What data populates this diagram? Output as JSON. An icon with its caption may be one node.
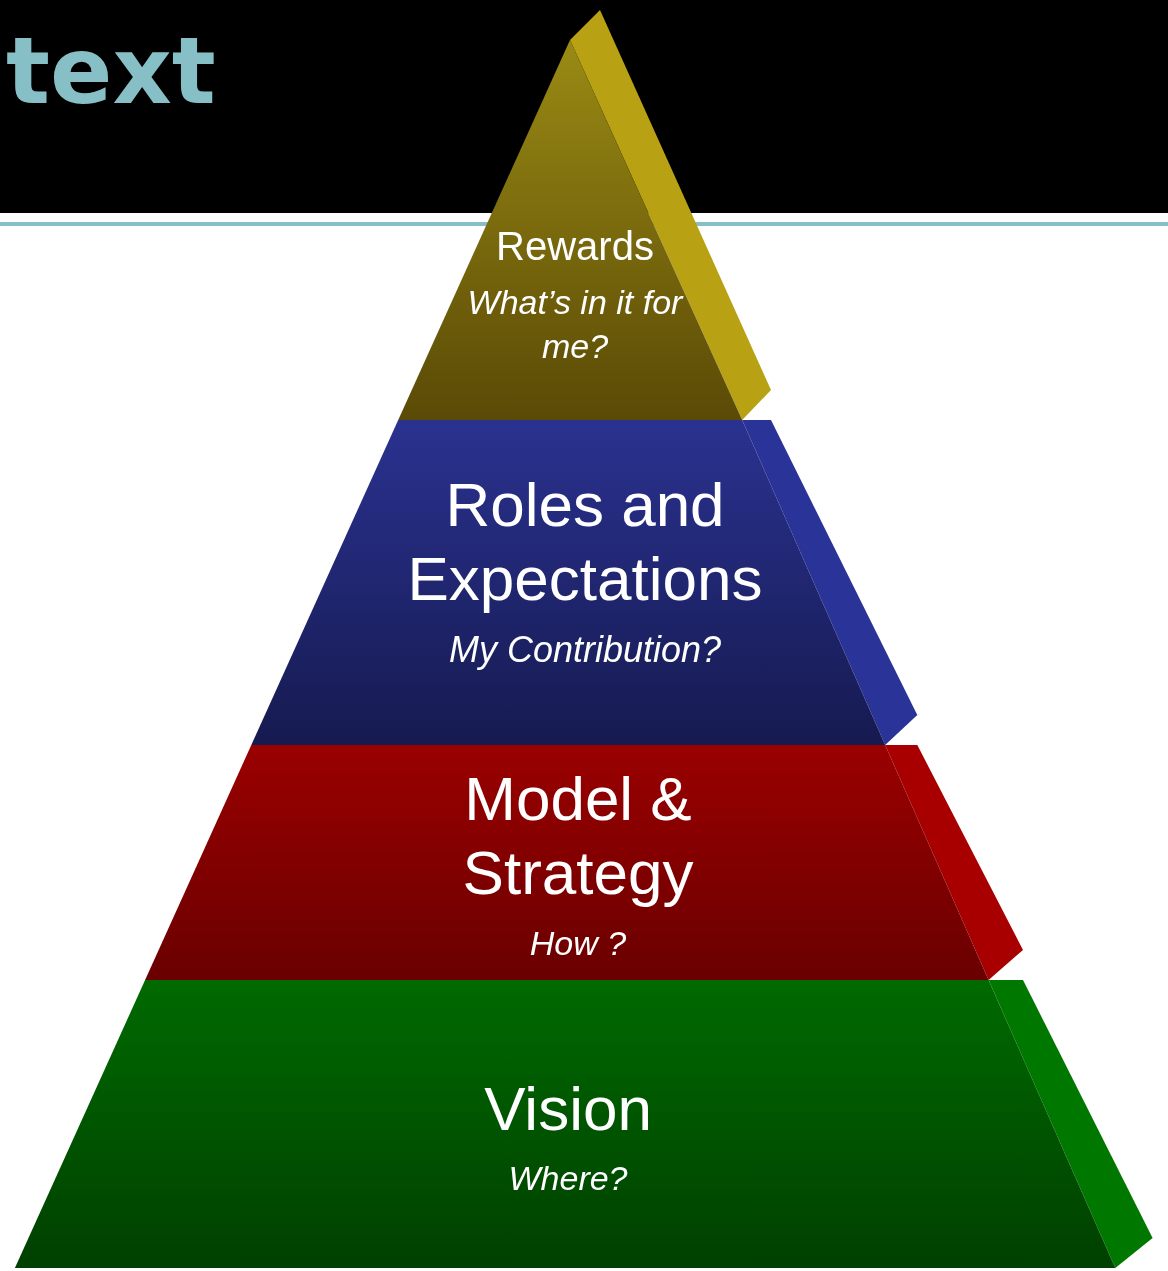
{
  "diagram": {
    "title": "text",
    "nodes": [
      {
        "text": [
          "Rewards",
          "What’s in it for me?"
        ]
      },
      {
        "text": [
          "Roles and Expectations",
          "My Contribution?"
        ]
      },
      {
        "text": [
          "Model & Strategy",
          "How ?"
        ]
      },
      {
        "text": [
          "Vision",
          "Where?"
        ]
      }
    ]
  }
}
